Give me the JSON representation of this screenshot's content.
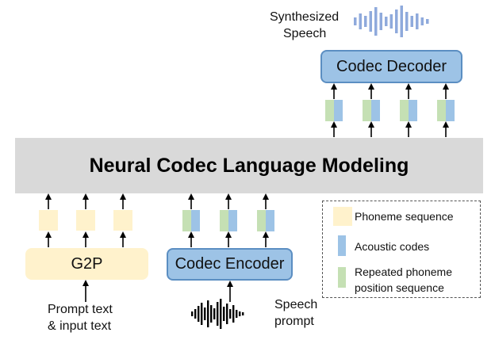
{
  "title": "Neural Codec Language Modeling",
  "codec_decoder": {
    "label": "Codec Decoder"
  },
  "codec_encoder": {
    "label": "Codec Encoder"
  },
  "g2p": {
    "label": "G2P"
  },
  "output": {
    "label_line1": "Synthesized",
    "label_line2": "Speech"
  },
  "text_input": {
    "label_line1": "Prompt text",
    "label_line2": "& input text"
  },
  "speech_prompt": {
    "label_line1": "Speech",
    "label_line2": "prompt"
  },
  "legend": {
    "phoneme": "Phoneme sequence",
    "acoustic": "Acoustic codes",
    "position_line1": "Repeated phoneme",
    "position_line2": "position sequence"
  },
  "colors": {
    "phoneme": "#fff2cc",
    "acoustic": "#9dc3e6",
    "position": "#c5e0b4",
    "codec_box": "#9dc3e6",
    "codec_border": "#5b8ec2",
    "main_bar": "#d9d9d9",
    "waveform_output": "#8faadc",
    "waveform_input": "#000000"
  }
}
